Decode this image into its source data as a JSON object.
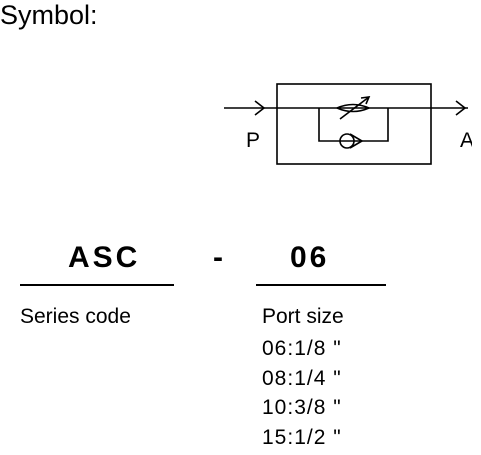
{
  "heading": "Symbol:",
  "symbol": {
    "port_in": "P",
    "port_out": "A"
  },
  "designation": {
    "series": "ASC",
    "separator": "-",
    "port": "06"
  },
  "series_label": "Series code",
  "port_label": "Port size",
  "port_options": [
    "06:1/8 \"",
    "08:1/4 \"",
    "10:3/8 \"",
    "15:1/2 \""
  ]
}
